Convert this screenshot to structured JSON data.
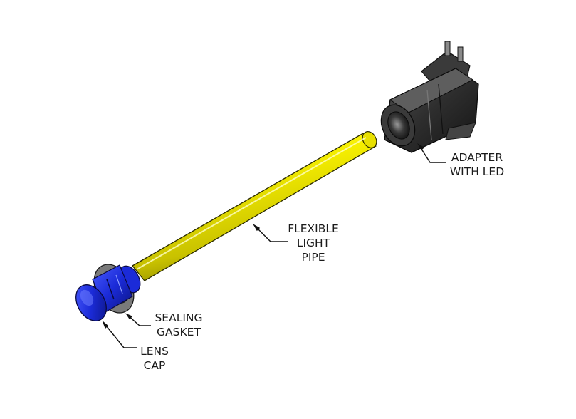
{
  "labels": {
    "adapter": [
      "ADAPTER",
      "WITH LED"
    ],
    "light_pipe": [
      "FLEXIBLE",
      "LIGHT",
      "PIPE"
    ],
    "gasket": [
      "SEALING",
      "GASKET"
    ],
    "lens_cap": [
      "LENS",
      "CAP"
    ]
  },
  "colors": {
    "pipe": "#f7f000",
    "lens": "#1b2bd8",
    "gasket": "#6b6b6b",
    "adapter": "#2e2e2e",
    "leader": "#111111"
  }
}
